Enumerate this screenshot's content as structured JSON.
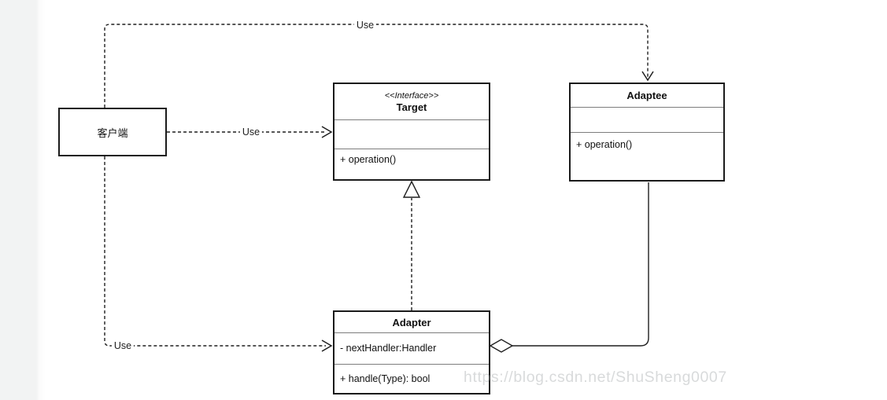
{
  "page": {
    "background_color": "#ffffff",
    "gutter_color": "#f2f3f3",
    "line_color": "#1b1b1b"
  },
  "watermark": {
    "text": "https://blog.csdn.net/ShuSheng0007"
  },
  "diagram": {
    "kind": "UML class diagram — Adapter pattern",
    "classes": {
      "client": {
        "name": "客户端"
      },
      "target": {
        "stereotype": "<<Interface>>",
        "name": "Target",
        "attributes": [],
        "methods": [
          "+ operation()"
        ]
      },
      "adaptee": {
        "name": "Adaptee",
        "attributes": [],
        "methods": [
          "+ operation()"
        ]
      },
      "adapter": {
        "name": "Adapter",
        "attributes": [
          "- nextHandler:Handler"
        ],
        "methods": [
          "+ handle(Type): bool"
        ]
      }
    },
    "edges": {
      "client_to_adaptee": {
        "type": "dependency",
        "label": "Use"
      },
      "client_to_target": {
        "type": "dependency",
        "label": "Use"
      },
      "client_to_adapter": {
        "type": "dependency",
        "label": "Use"
      },
      "adapter_to_target": {
        "type": "realization",
        "label": ""
      },
      "adapter_to_adaptee": {
        "type": "aggregation",
        "label": ""
      }
    }
  }
}
